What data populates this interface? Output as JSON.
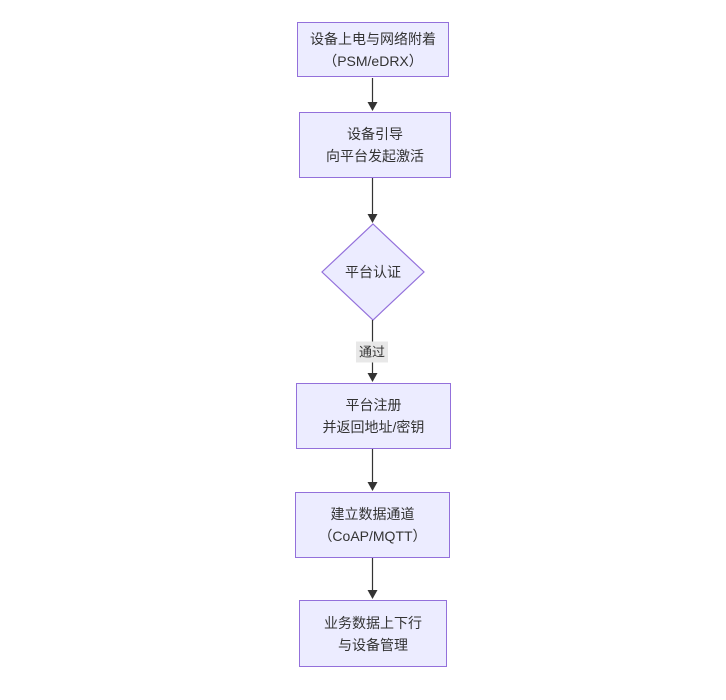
{
  "diagram": {
    "type": "flowchart",
    "direction": "top-down",
    "colors": {
      "node_fill": "#ECECFF",
      "node_border": "#9370DB",
      "text": "#333333",
      "arrow": "#333333",
      "edge_label_bg": "#E8E8E8"
    },
    "nodes": [
      {
        "id": "power-attach",
        "shape": "rect",
        "line1": "设备上电与网络附着",
        "line2": "（PSM/eDRX）"
      },
      {
        "id": "bootstrap",
        "shape": "rect",
        "line1": "设备引导",
        "line2": "向平台发起激活"
      },
      {
        "id": "platform-auth",
        "shape": "diamond",
        "line1": "平台认证",
        "line2": ""
      },
      {
        "id": "platform-register",
        "shape": "rect",
        "line1": "平台注册",
        "line2": "并返回地址/密钥"
      },
      {
        "id": "data-channel",
        "shape": "rect",
        "line1": "建立数据通道",
        "line2": "（CoAP/MQTT）"
      },
      {
        "id": "business-data",
        "shape": "rect",
        "line1": "业务数据上下行",
        "line2": "与设备管理"
      }
    ],
    "edges": [
      {
        "from": "power-attach",
        "to": "bootstrap",
        "label": ""
      },
      {
        "from": "bootstrap",
        "to": "platform-auth",
        "label": ""
      },
      {
        "from": "platform-auth",
        "to": "platform-register",
        "label": "通过"
      },
      {
        "from": "platform-register",
        "to": "data-channel",
        "label": ""
      },
      {
        "from": "data-channel",
        "to": "business-data",
        "label": ""
      }
    ]
  }
}
